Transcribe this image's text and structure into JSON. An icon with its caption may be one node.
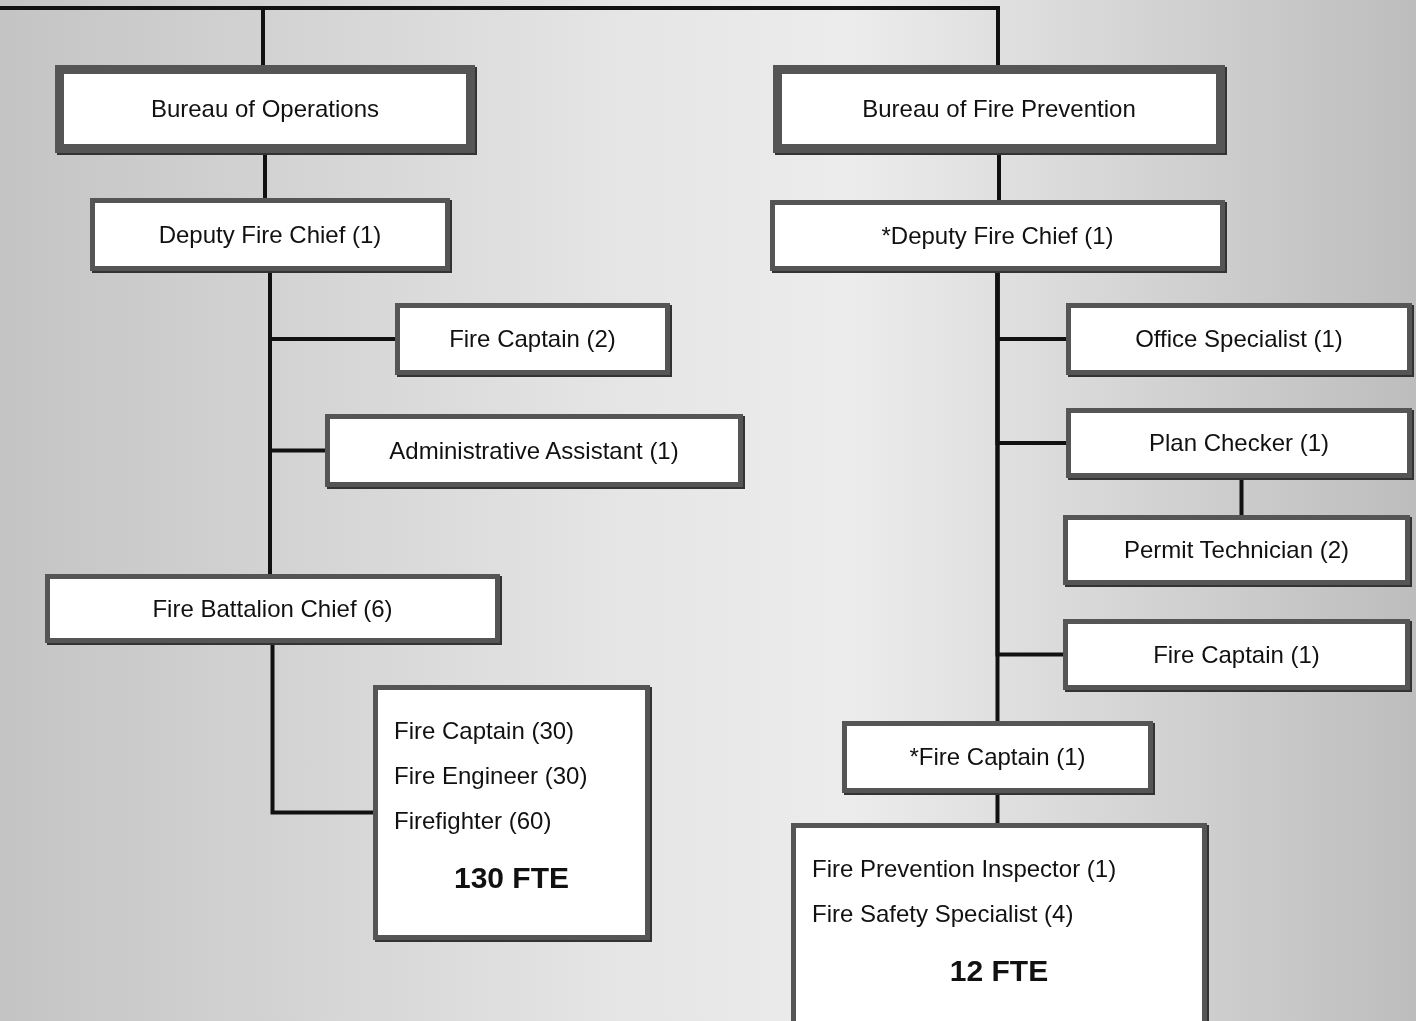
{
  "diagram": {
    "nodes": [
      {
        "text": [
          "Bureau of Operations"
        ]
      },
      {
        "text": [
          "Bureau of Fire Prevention"
        ]
      },
      {
        "text": [
          "Deputy Fire Chief (1)"
        ]
      },
      {
        "text": [
          "*Deputy Fire Chief (1)"
        ]
      },
      {
        "text": [
          "Fire Captain (2)"
        ]
      },
      {
        "text": [
          "Administrative Assistant (1)"
        ]
      },
      {
        "text": [
          "Fire Battalion Chief (6)"
        ]
      },
      {
        "text": [
          "Fire Captain (30)",
          "Fire Engineer (30)",
          "Firefighter (60)",
          "130 FTE"
        ]
      },
      {
        "text": [
          "Office Specialist (1)"
        ]
      },
      {
        "text": [
          "Plan Checker (1)"
        ]
      },
      {
        "text": [
          "Permit Technician (2)"
        ]
      },
      {
        "text": [
          "Fire Captain (1)"
        ]
      },
      {
        "text": [
          "*Fire Captain (1)"
        ]
      },
      {
        "text": [
          "Fire Prevention Inspector (1)",
          "Fire Safety Specialist (4)",
          "12 FTE"
        ]
      }
    ],
    "edges": [
      {
        "from": null,
        "to": 0,
        "arrow": "none"
      },
      {
        "from": null,
        "to": 1,
        "arrow": "none"
      },
      {
        "from": 0,
        "to": 2,
        "arrow": "none"
      },
      {
        "from": 2,
        "to": 4,
        "arrow": "none"
      },
      {
        "from": 2,
        "to": 5,
        "arrow": "none"
      },
      {
        "from": 2,
        "to": 6,
        "arrow": "none"
      },
      {
        "from": 6,
        "to": 7,
        "arrow": "none"
      },
      {
        "from": 1,
        "to": 3,
        "arrow": "none"
      },
      {
        "from": 3,
        "to": 8,
        "arrow": "none"
      },
      {
        "from": 3,
        "to": 9,
        "arrow": "none"
      },
      {
        "from": 9,
        "to": 10,
        "arrow": "none"
      },
      {
        "from": 3,
        "to": 11,
        "arrow": "none"
      },
      {
        "from": 3,
        "to": 12,
        "arrow": "none"
      },
      {
        "from": 12,
        "to": 13,
        "arrow": "none"
      }
    ]
  }
}
